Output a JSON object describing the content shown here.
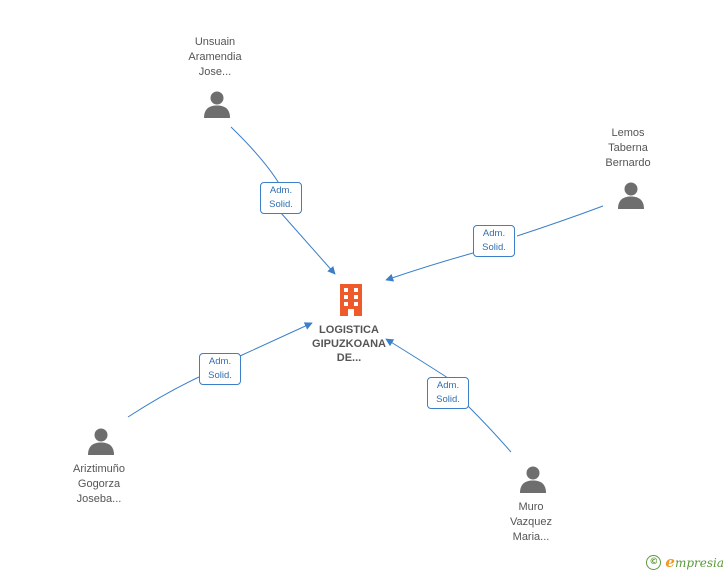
{
  "colors": {
    "edge": "#3a7fc8",
    "person_icon": "#6e6e6e",
    "company_icon": "#ef5a2a",
    "brand_green": "#5a9a3a",
    "brand_orange": "#f39a1e"
  },
  "company": {
    "icon": "building-icon",
    "label_lines": [
      "LOGISTICA",
      "GIPUZKOANA",
      "DE..."
    ]
  },
  "people": [
    {
      "id": "unsuain",
      "icon": "person-icon",
      "label_lines": [
        "Unsuain",
        "Aramendia",
        "Jose..."
      ],
      "role_lines": [
        "Adm.",
        "Solid."
      ]
    },
    {
      "id": "lemos",
      "icon": "person-icon",
      "label_lines": [
        "Lemos",
        "Taberna",
        "Bernardo"
      ],
      "role_lines": [
        "Adm.",
        "Solid."
      ]
    },
    {
      "id": "ariztimuno",
      "icon": "person-icon",
      "label_lines": [
        "Ariztimuño",
        "Gogorza",
        "Joseba..."
      ],
      "role_lines": [
        "Adm.",
        "Solid."
      ]
    },
    {
      "id": "muro",
      "icon": "person-icon",
      "label_lines": [
        "Muro",
        "Vazquez",
        "Maria..."
      ],
      "role_lines": [
        "Adm.",
        "Solid."
      ]
    }
  ],
  "footer": {
    "copyright_symbol": "©",
    "brand_initial": "e",
    "brand_rest": "mpresia"
  }
}
